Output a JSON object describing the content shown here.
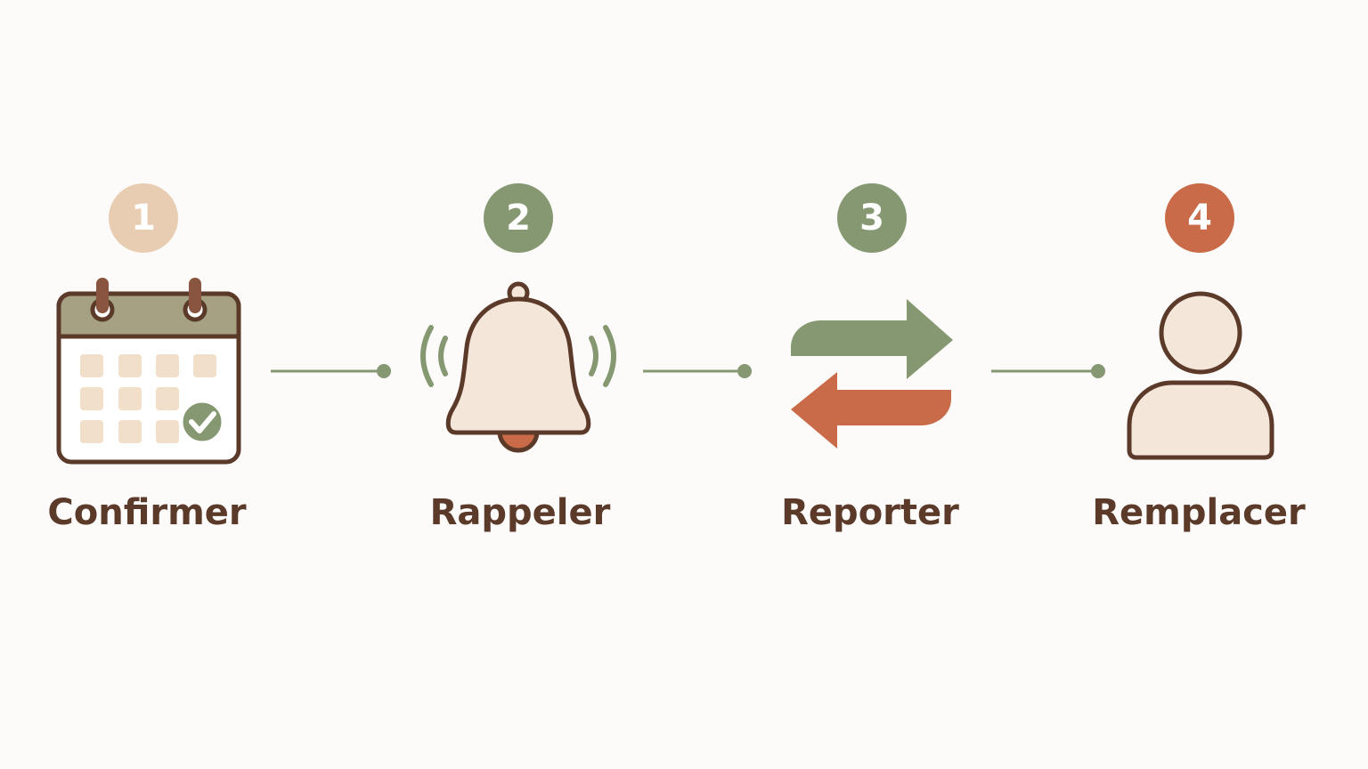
{
  "colors": {
    "background": "#fcfbf9",
    "brown": "#5b3a2a",
    "sage": "#869872",
    "terracotta": "#c96b48",
    "peach": "#e8cdb3",
    "cream": "#f4e7d9"
  },
  "steps": [
    {
      "number": "1",
      "label": "Confirmer",
      "icon": "calendar-check-icon",
      "badge_color": "#e8cdb3"
    },
    {
      "number": "2",
      "label": "Rappeler",
      "icon": "ringing-bell-icon",
      "badge_color": "#869872"
    },
    {
      "number": "3",
      "label": "Reporter",
      "icon": "swap-arrows-icon",
      "badge_color": "#869872"
    },
    {
      "number": "4",
      "label": "Remplacer",
      "icon": "person-icon",
      "badge_color": "#c96b48"
    }
  ]
}
